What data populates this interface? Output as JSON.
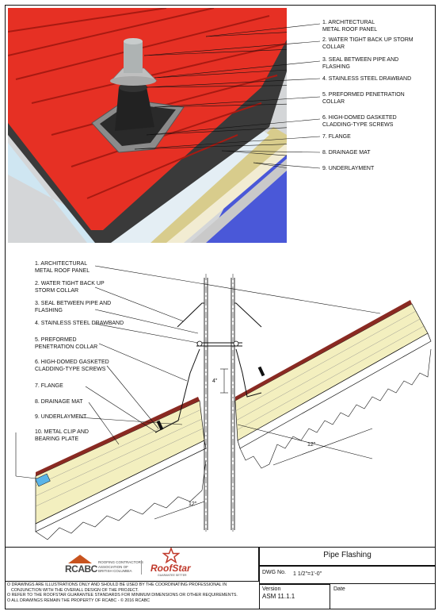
{
  "top_labels": [
    "1. ARCHITECTURAL",
    "METAL ROOF PANEL",
    "2. WATER TIGHT BACK UP STORM",
    "COLLAR",
    "3. SEAL BETWEEN PIPE AND",
    "FLASHING",
    "4. STAINLESS STEEL DRAWBAND",
    "5. PREFORMED PENETRATION",
    "COLLAR",
    "6. HIGH-DOMED GASKETED",
    "CLADDING-TYPE SCREWS",
    "7. FLANGE",
    "8. DRAINAGE MAT",
    "9. UNDERLAYMENT"
  ],
  "section_labels": [
    "1. ARCHITECTURAL",
    "METAL ROOF PANEL",
    "2. WATER TIGHT BACK UP",
    "STORM COLLAR",
    "3. SEAL BETWEEN PIPE AND",
    "FLASHING",
    "4. STAINLESS STEEL DRAWBAND",
    "5. PREFORMED",
    "PENETRATION COLLAR",
    "6. HIGH-DOMED GASKETED",
    "CLADDING-TYPE SCREWS",
    "7. FLANGE",
    "8. DRAINAGE MAT",
    "9. UNDERLAYMENT",
    "10. METAL CLIP AND",
    "BEARING PLATE"
  ],
  "dimensions": {
    "d4": "4\"",
    "d12a": "12\"",
    "d12b": "12\""
  },
  "title_block": {
    "logo_rcabc": "RCABC",
    "org_line1": "ROOFING CONTRACTORS",
    "org_line2": "ASSOCIATION OF",
    "org_line3": "BRITISH COLUMBIA",
    "roofstar": "RoofStar",
    "roofstar_tag": "GUARANTEE SETTER",
    "notes": [
      "O DRAWINGS ARE ILLUSTRATIONS ONLY AND SHOULD BE USED BY THE COORDINATING PROFESSIONAL IN",
      "CONJUNCTION WITH THE OVERALL DESIGN OF THE PROJECT.",
      "O REFER TO THE ROOFSTAR GUARANTEE STANDARDS FOR MINIMUM DIMENSIONS OR OTHER REQUIREMENTS.",
      "O ALL DRAWINGS REMAIN THE PROPERTY OF RCABC - © 2016 RCABC"
    ],
    "title": "Pipe Flashing",
    "dwg_label": "DWG No.",
    "scale": "1 1/2\"=1'-0\"",
    "version_label": "Version",
    "version": "ASM 11.1.1",
    "date_label": "Date"
  }
}
